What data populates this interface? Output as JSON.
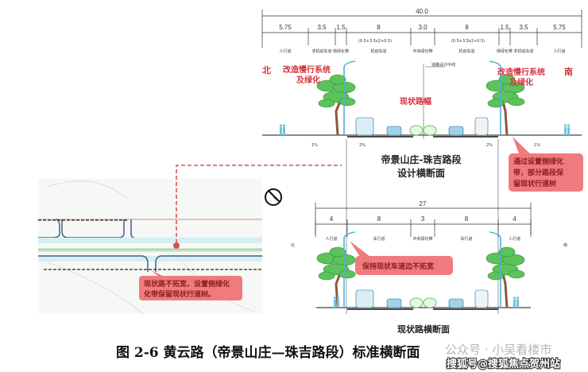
{
  "design_section": {
    "total_width": "40.0",
    "segments": [
      "5.75",
      "3.5",
      "1.5",
      "8",
      "3.0",
      "8",
      "1.5",
      "3.5",
      "5.75"
    ],
    "lane_formula": "(0.5+3.5x2+0.5)",
    "segment_labels": [
      "人行道",
      "非机动车道",
      "侧绿化带",
      "机动车道",
      "中央绿化带",
      "机动车道",
      "侧绿化带",
      "非机动车道",
      "人行道"
    ],
    "centerline_label": "道路设计中线",
    "north": "北",
    "south": "南",
    "left_note": [
      "改造慢行系统",
      "及绿化"
    ],
    "right_note": [
      "改造慢行系统",
      "及绿化"
    ],
    "existing_width_label": "现状路幅",
    "slope_labels": [
      "1%",
      "2%",
      "2%",
      "1%"
    ],
    "title": [
      "帝景山庄-珠吉路段",
      "设计横断面"
    ],
    "callout": [
      "通过设置侧绿化",
      "带，部分路段保",
      "留现状行道树"
    ]
  },
  "existing_section": {
    "total_width": "27",
    "segments": [
      "4",
      "8",
      "3",
      "8",
      "4"
    ],
    "segment_labels": [
      "人行道",
      "车行道",
      "中央绿化带",
      "车行道",
      "人行道"
    ],
    "north": "北",
    "south": "南",
    "callout": "保持现状车道边不拓宽",
    "title": "现状路横断面"
  },
  "plan": {
    "callout": [
      "现状路不拓宽，设置侧绿化",
      "化带保留现状行道树。"
    ]
  },
  "caption": "图 2-6  黄云路（帝景山庄—珠吉路段）标准横断面",
  "watermarks": [
    "公众号 · 小吴看楼市",
    "搜狐号@搜狐焦点贺州站"
  ],
  "colors": {
    "accent_red": "#d6333b",
    "callout_fill": "#f07b7e",
    "tree_green": "#5cc25a",
    "sky_blue": "#4fb3d8"
  }
}
